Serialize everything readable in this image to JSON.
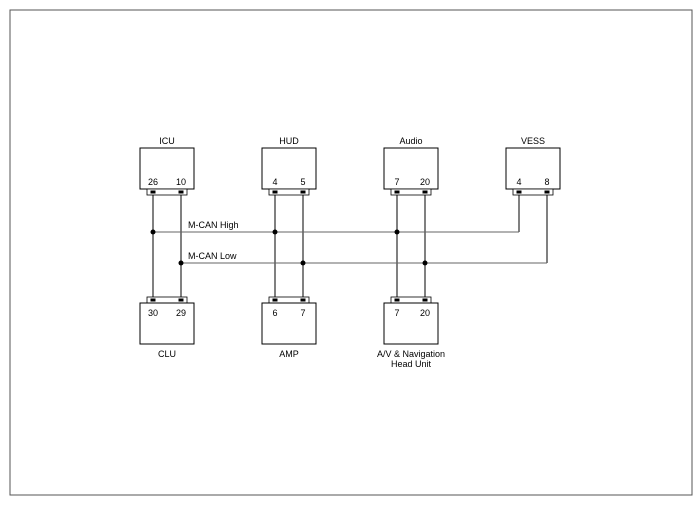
{
  "modules": {
    "icu": {
      "name": "ICU",
      "pins": [
        "26",
        "10"
      ]
    },
    "hud": {
      "name": "HUD",
      "pins": [
        "4",
        "5"
      ]
    },
    "audio": {
      "name": "Audio",
      "pins": [
        "7",
        "20"
      ]
    },
    "vess": {
      "name": "VESS",
      "pins": [
        "4",
        "8"
      ]
    },
    "clu": {
      "name": "CLU",
      "pins": [
        "30",
        "29"
      ]
    },
    "amp": {
      "name": "AMP",
      "pins": [
        "6",
        "7"
      ]
    },
    "avn": {
      "name_line1": "A/V & Navigation",
      "name_line2": "Head Unit",
      "pins": [
        "7",
        "20"
      ]
    }
  },
  "bus": {
    "high_label": "M-CAN High",
    "low_label": "M-CAN Low"
  }
}
